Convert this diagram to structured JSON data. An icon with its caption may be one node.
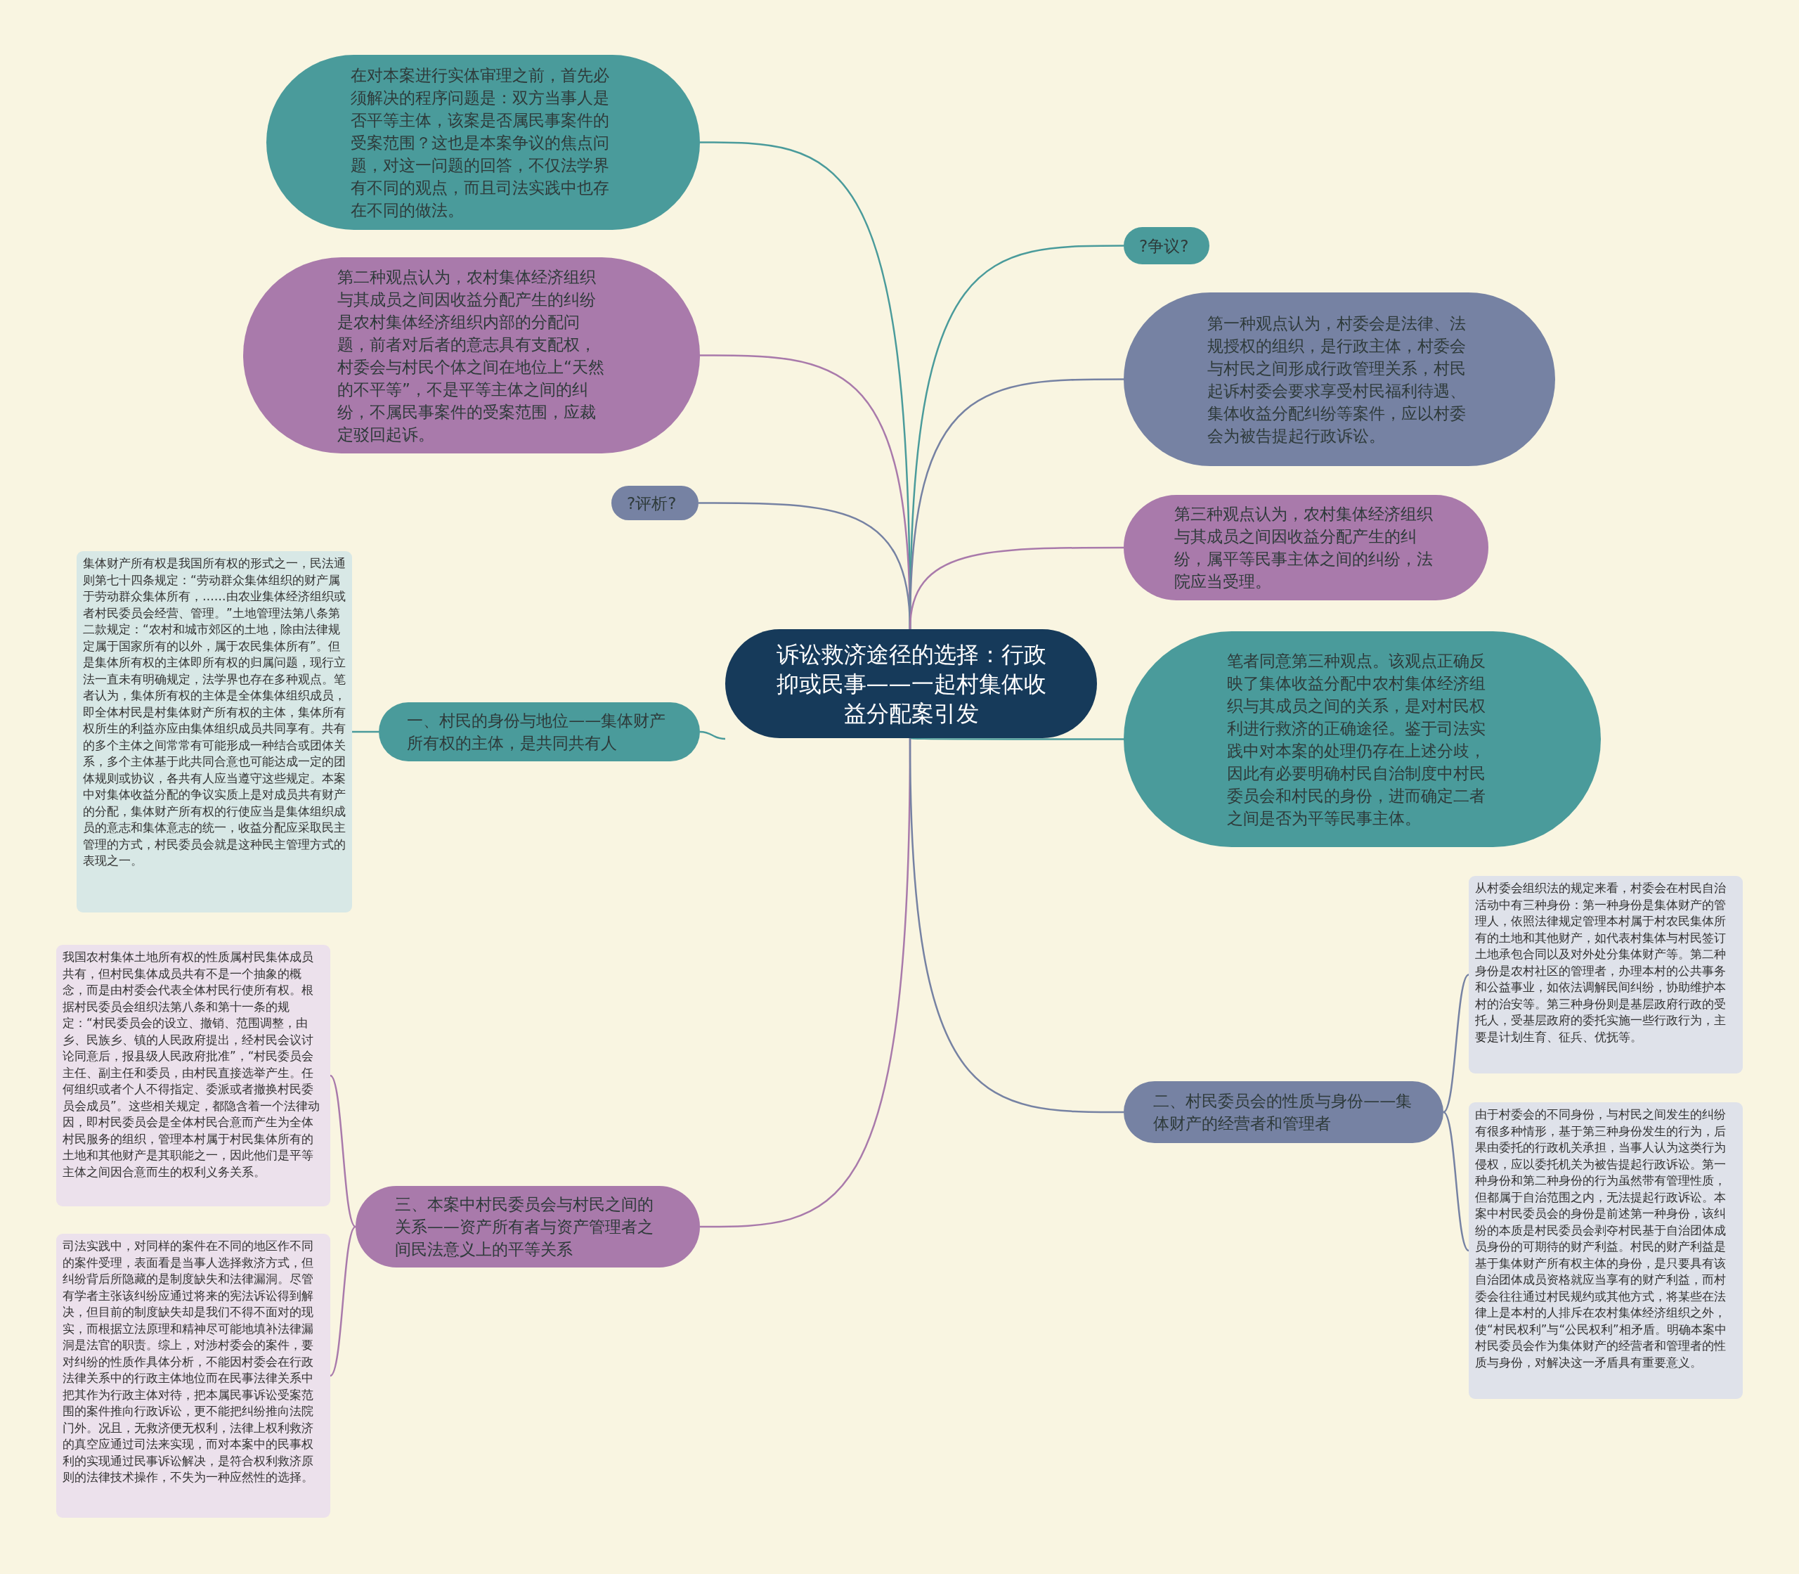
{
  "diagram": {
    "nodes": [
      {
        "text": [
          "诉讼救济途径的选择：行政抑或民事——一起村集体收益分配案引发"
        ]
      },
      {
        "text": [
          "在对本案进行实体审理之前，首先必须解决的程序问题是：双方当事人是否平等主体，该案是否属民事案件的受案范围？这也是本案争议的焦点问题，对这一问题的回答，不仅法学界有不同的观点，而且司法实践中也存在不同的做法。"
        ]
      },
      {
        "text": [
          "第二种观点认为，农村集体经济组织与其成员之间因收益分配产生的纠纷是农村集体经济组织内部的分配问题，前者对后者的意志具有支配权，村委会与村民个体之间在地位上“天然的不平等”，不是平等主体之间的纠纷，不属民事案件的受案范围，应裁定驳回起诉。"
        ]
      },
      {
        "text": [
          "?评析?"
        ]
      },
      {
        "text": [
          "一、村民的身份与地位——集体财产所有权的主体，是共同共有人"
        ]
      },
      {
        "text": [
          "集体财产所有权是我国所有权的形式之一，民法通则第七十四条规定：“劳动群众集体组织的财产属于劳动群众集体所有，……由农业集体经济组织或者村民委员会经营、管理。”土地管理法第八条第二款规定：“农村和城市郊区的土地，除由法律规定属于国家所有的以外，属于农民集体所有”。但是集体所有权的主体即所有权的归属问题，现行立法一直未有明确规定，法学界也存在多种观点。笔者认为，集体所有权的主体是全体集体组织成员，即全体村民是村集体财产所有权的主体，集体所有权所生的利益亦应由集体组织成员共同享有。共有的多个主体之间常常有可能形成一种结合或团体关系，多个主体基于此共同合意也可能达成一定的团体规则或协议，各共有人应当遵守这些规定。本案中对集体收益分配的争议实质上是对成员共有财产的分配，集体财产所有权的行使应当是集体组织成员的意志和集体意志的统一，收益分配应采取民主管理的方式，村民委员会就是这种民主管理方式的表现之一。"
        ]
      },
      {
        "text": [
          "三、本案中村民委员会与村民之间的关系——资产所有者与资产管理者之间民法意义上的平等关系"
        ]
      },
      {
        "text": [
          "我国农村集体土地所有权的性质属村民集体成员共有，但村民集体成员共有不是一个抽象的概念，而是由村委会代表全体村民行使所有权。根据村民委员会组织法第八条和第十一条的规定：“村民委员会的设立、撤销、范围调整，由乡、民族乡、镇的人民政府提出，经村民会议讨论同意后，报县级人民政府批准”，“村民委员会主任、副主任和委员，由村民直接选举产生。任何组织或者个人不得指定、委派或者撤换村民委员会成员”。这些相关规定，都隐含着一个法律动因，即村民委员会是全体村民合意而产生为全体村民服务的组织，管理本村属于村民集体所有的土地和其他财产是其职能之一，因此他们是平等主体之间因合意而生的权利义务关系。"
        ]
      },
      {
        "text": [
          "司法实践中，对同样的案件在不同的地区作不同的案件受理，表面看是当事人选择救济方式，但纠纷背后所隐藏的是制度缺失和法律漏洞。尽管有学者主张该纠纷应通过将来的宪法诉讼得到解决，但目前的制度缺失却是我们不得不面对的现实，而根据立法原理和精神尽可能地填补法律漏洞是法官的职责。综上，对涉村委会的案件，要对纠纷的性质作具体分析，不能因村委会在行政法律关系中的行政主体地位而在民事法律关系中把其作为行政主体对待，把本属民事诉讼受案范围的案件推向行政诉讼，更不能把纠纷推向法院门外。况且，无救济便无权利，法律上权利救济的真空应通过司法来实现，而对本案中的民事权利的实现通过民事诉讼解决，是符合权利救济原则的法律技术操作，不失为一种应然性的选择。"
        ]
      },
      {
        "text": [
          "?争议?"
        ]
      },
      {
        "text": [
          "第一种观点认为，村委会是法律、法规授权的组织，是行政主体，村委会与村民之间形成行政管理关系，村民起诉村委会要求享受村民福利待遇、集体收益分配纠纷等案件，应以村委会为被告提起行政诉讼。"
        ]
      },
      {
        "text": [
          "第三种观点认为，农村集体经济组织与其成员之间因收益分配产生的纠纷，属平等民事主体之间的纠纷，法院应当受理。"
        ]
      },
      {
        "text": [
          "笔者同意第三种观点。该观点正确反映了集体收益分配中农村集体经济组织与其成员之间的关系，是对村民权利进行救济的正确途径。鉴于司法实践中对本案的处理仍存在上述分歧，因此有必要明确村民自治制度中村民委员会和村民的身份，进而确定二者之间是否为平等民事主体。"
        ]
      },
      {
        "text": [
          "二、村民委员会的性质与身份——集体财产的经营者和管理者"
        ]
      },
      {
        "text": [
          "从村委会组织法的规定来看，村委会在村民自治活动中有三种身份：第一种身份是集体财产的管理人，依照法律规定管理本村属于村农民集体所有的土地和其他财产，如代表村集体与村民签订土地承包合同以及对外处分集体财产等。第二种身份是农村社区的管理者，办理本村的公共事务和公益事业，如依法调解民间纠纷，协助维护本村的治安等。第三种身份则是基层政府行政的受托人，受基层政府的委托实施一些行政行为，主要是计划生育、征兵、优抚等。"
        ]
      },
      {
        "text": [
          "由于村委会的不同身份，与村民之间发生的纠纷有很多种情形，基于第三种身份发生的行为，后果由委托的行政机关承担，当事人认为这类行为侵权，应以委托机关为被告提起行政诉讼。第一种身份和第二种身份的行为虽然带有管理性质，但都属于自治范围之内，无法提起行政诉讼。本案中村民委员会的身份是前述第一种身份，该纠纷的本质是村民委员会剥夺村民基于自治团体成员身份的可期待的财产利益。村民的财产利益是基于集体财产所有权主体的身份，是只要具有该自治团体成员资格就应当享有的财产利益，而村委会往往通过村民规约或其他方式，将某些在法律上是本村的人排斥在农村集体经济组织之外，使“村民权利”与“公民权利”相矛盾。明确本案中村民委员会作为集体财产的经营者和管理者的性质与身份，对解决这一矛盾具有重要意义。"
        ]
      }
    ],
    "edges": [
      {
        "from": 0,
        "to": 1,
        "arrow": "none",
        "color": "#4a9b9b"
      },
      {
        "from": 0,
        "to": 2,
        "arrow": "none",
        "color": "#a97aab"
      },
      {
        "from": 0,
        "to": 3,
        "arrow": "none",
        "color": "#7682a3"
      },
      {
        "from": 0,
        "to": 4,
        "arrow": "none",
        "color": "#4a9b9b"
      },
      {
        "from": 4,
        "to": 5,
        "arrow": "none",
        "color": "#4a9b9b"
      },
      {
        "from": 0,
        "to": 6,
        "arrow": "none",
        "color": "#a97aab"
      },
      {
        "from": 6,
        "to": 7,
        "arrow": "none",
        "color": "#a97aab"
      },
      {
        "from": 6,
        "to": 8,
        "arrow": "none",
        "color": "#a97aab"
      },
      {
        "from": 0,
        "to": 9,
        "arrow": "none",
        "color": "#4a9b9b"
      },
      {
        "from": 0,
        "to": 10,
        "arrow": "none",
        "color": "#7682a3"
      },
      {
        "from": 0,
        "to": 11,
        "arrow": "none",
        "color": "#a97aab"
      },
      {
        "from": 0,
        "to": 12,
        "arrow": "none",
        "color": "#4a9b9b"
      },
      {
        "from": 0,
        "to": 13,
        "arrow": "none",
        "color": "#7682a3"
      },
      {
        "from": 13,
        "to": 14,
        "arrow": "none",
        "color": "#7682a3"
      },
      {
        "from": 13,
        "to": 15,
        "arrow": "none",
        "color": "#7682a3"
      }
    ]
  }
}
